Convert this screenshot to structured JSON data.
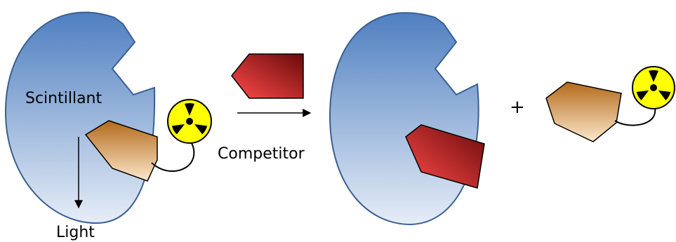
{
  "labels": {
    "scintillant": "Scintillant",
    "competitor": "Competitor",
    "light": "Light",
    "plus": "+"
  },
  "colors": {
    "bead_top": "#4f7fc0",
    "bead_bottom": "#e6edf7",
    "bead_stroke": "#3a5f91",
    "ligand_top": "#b36a1a",
    "ligand_bottom": "#fbe5c6",
    "competitor_dark": "#7a0f0f",
    "competitor_light": "#ff4444",
    "radiation_yellow": "#ffff00"
  },
  "icons": [
    "radiation-icon",
    "arrow-right-icon",
    "arrow-down-icon"
  ]
}
